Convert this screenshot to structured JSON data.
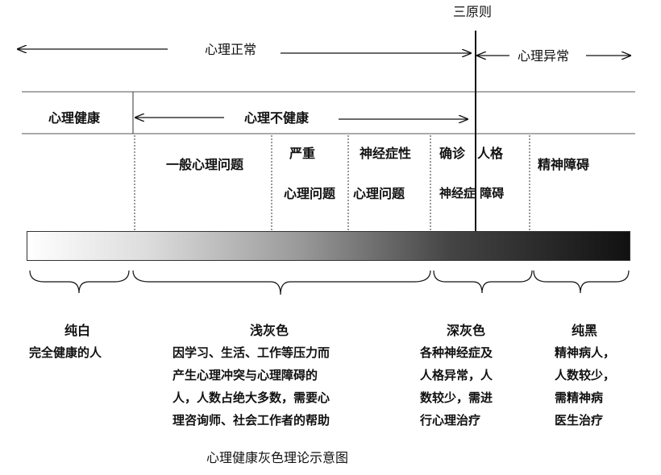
{
  "principle_label": "三原则",
  "top_row": {
    "normal_label": "心理正常",
    "abnormal_label": "心理异常"
  },
  "health_row": {
    "healthy_label": "心理健康",
    "unhealthy_label": "心理不健康"
  },
  "categories": {
    "general": "一般心理问题",
    "severe_line1": "严重",
    "severe_line2": "心理问题",
    "neurotic_line1": "神经症性",
    "neurotic_line2": "心理问题",
    "diag_line1a": "确诊",
    "diag_line1b": "人格",
    "diag_line2": "神经症 障碍",
    "mental_disorder": "精神障碍"
  },
  "groups": {
    "white": {
      "title": "纯白",
      "lines": [
        "完全健康的人"
      ]
    },
    "light_gray": {
      "title": "浅灰色",
      "lines": [
        "因学习、生活、工作等压力而",
        "产生心理冲突与心理障碍的",
        "人，人数占绝大多数，需要心",
        "理咨询师、社会工作者的帮助"
      ]
    },
    "dark_gray": {
      "title": "深灰色",
      "lines": [
        "各种神经症及",
        "人格异常，人",
        "数较少，需进",
        "行心理治疗"
      ]
    },
    "black": {
      "title": "纯黑",
      "lines": [
        "精神病人，",
        "人数较少，",
        "需精神病",
        "医生治疗"
      ]
    }
  },
  "caption": "心理健康灰色理论示意图"
}
